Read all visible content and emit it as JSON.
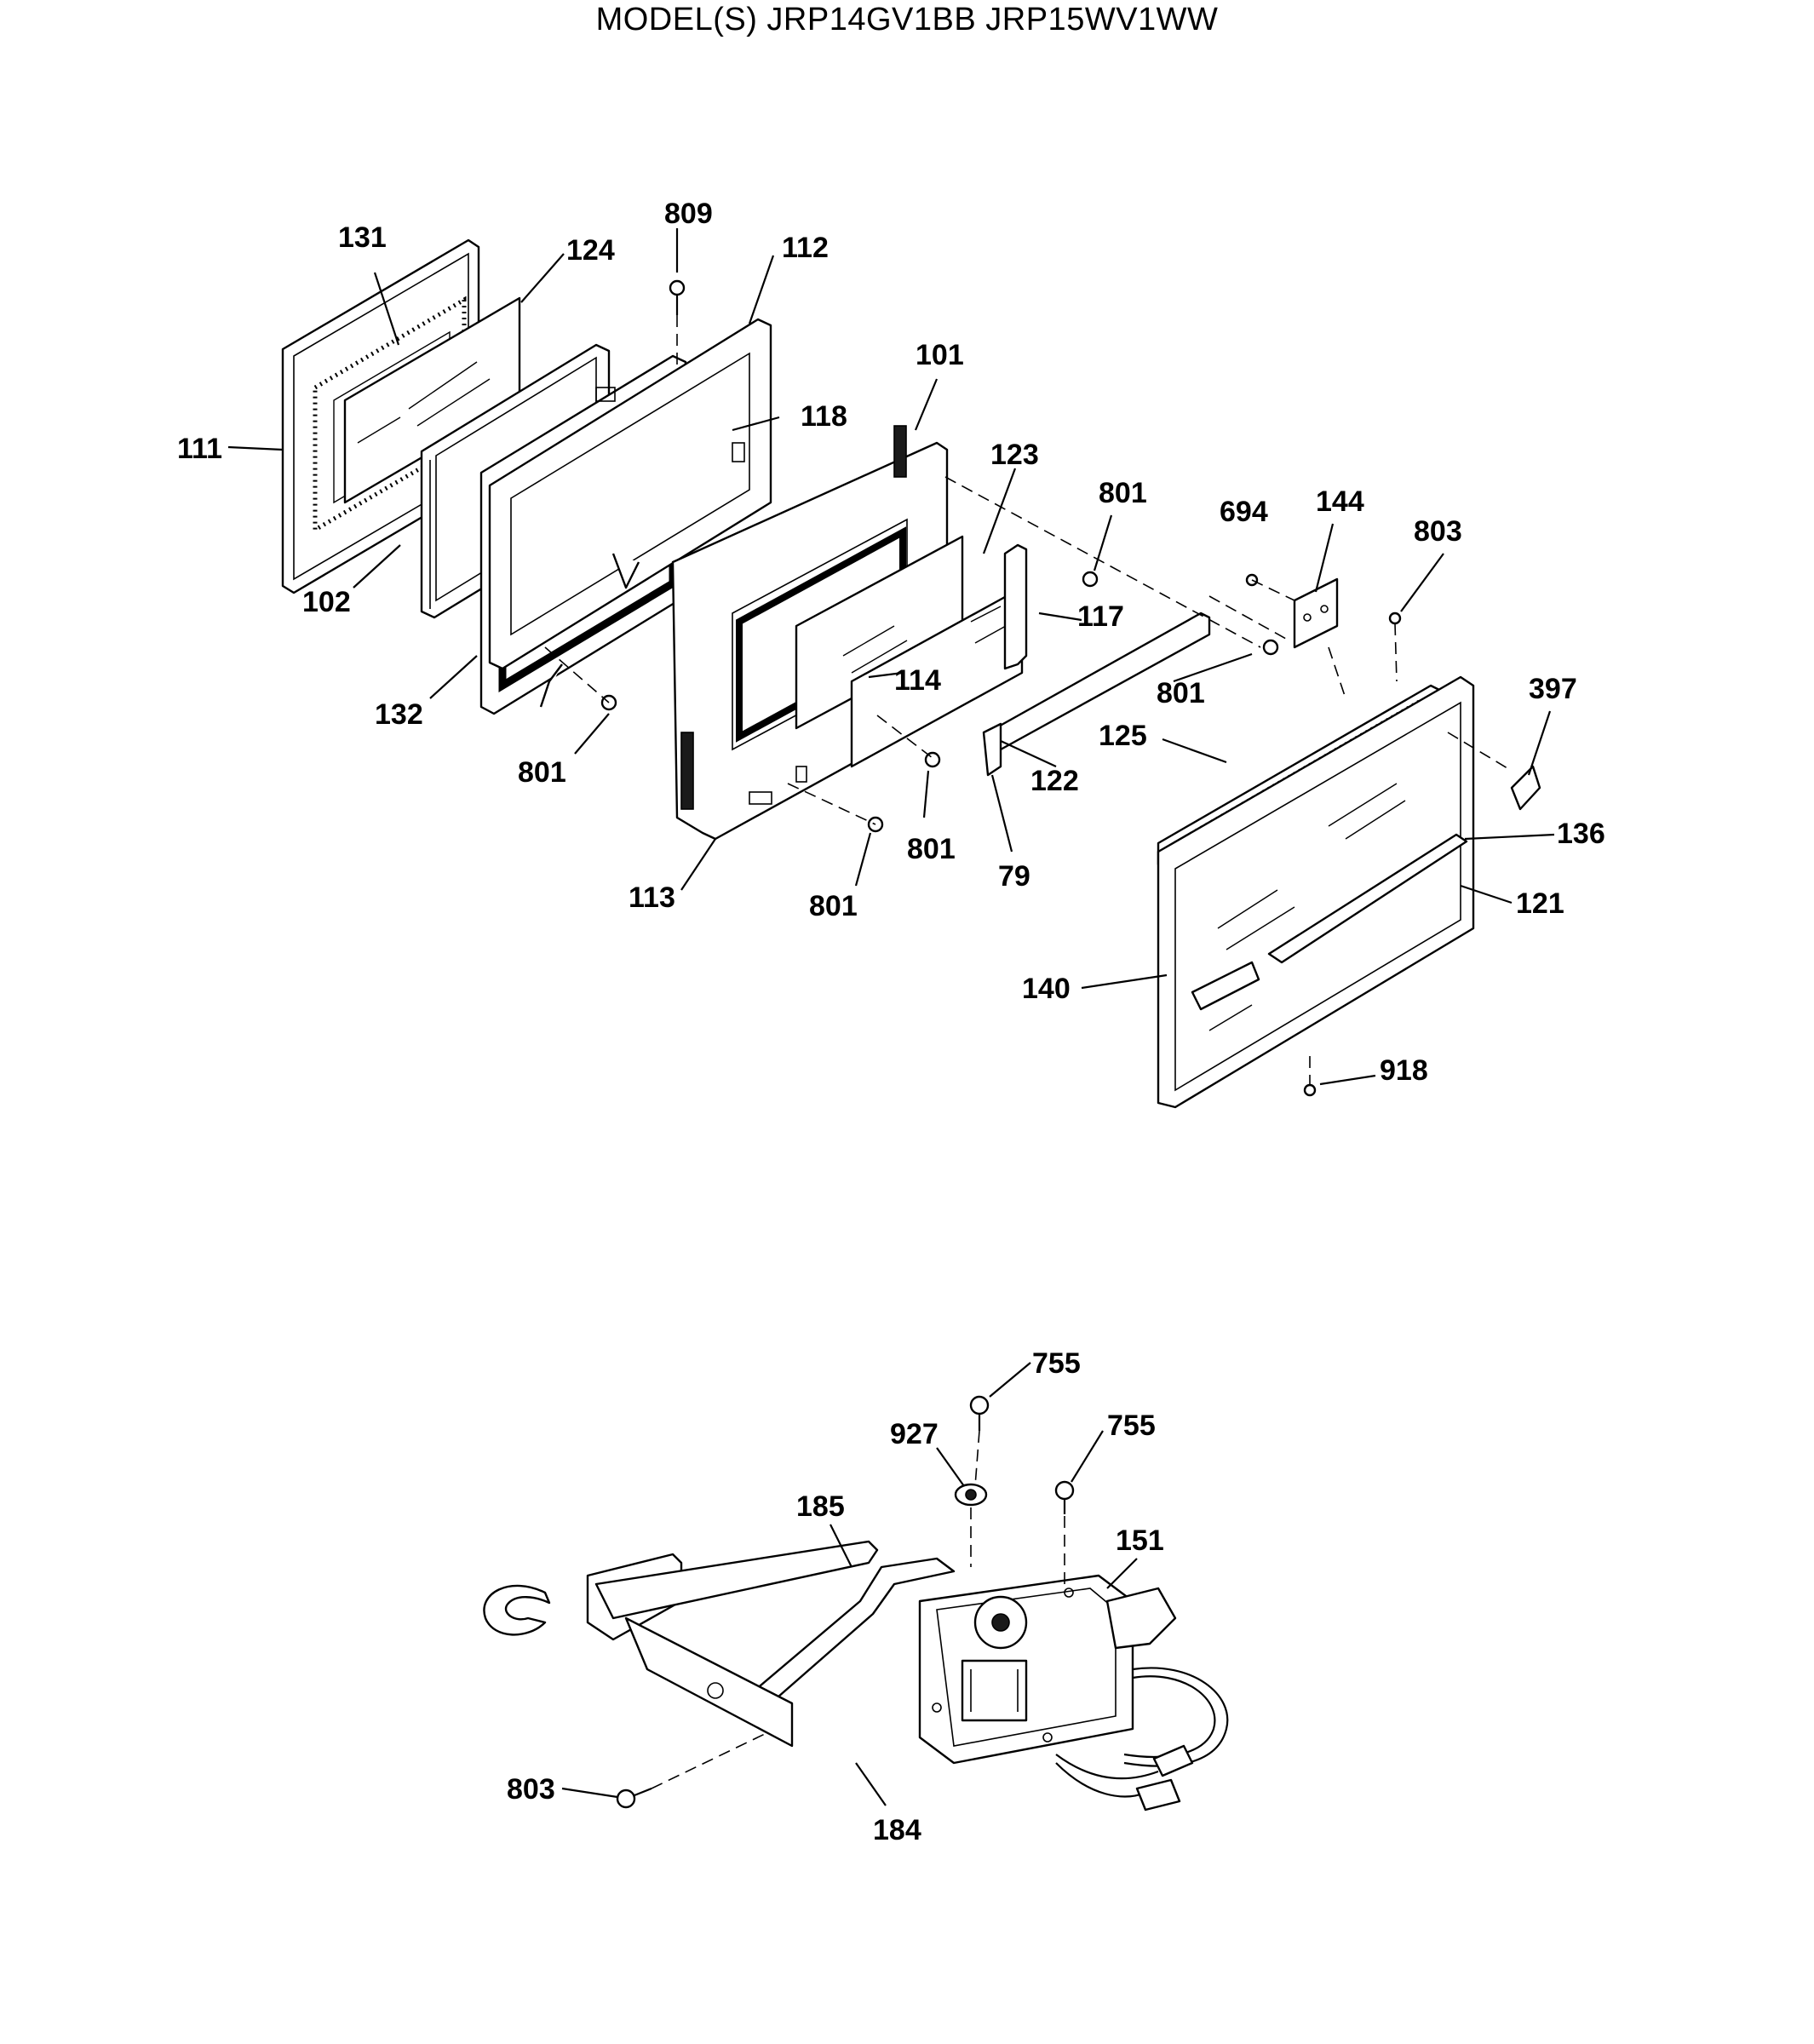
{
  "title": "MODEL(S) JRP14GV1BB  JRP15WV1WW",
  "labels": {
    "l131": "131",
    "l124": "124",
    "l809": "809",
    "l112": "112",
    "l101": "101",
    "l111": "111",
    "l118": "118",
    "l123": "123",
    "l801a": "801",
    "l694": "694",
    "l144": "144",
    "l803a": "803",
    "l102": "102",
    "l117": "117",
    "l114": "114",
    "l801b": "801",
    "l397": "397",
    "l132": "132",
    "l125": "125",
    "l801c": "801",
    "l122": "122",
    "l136": "136",
    "l801d": "801",
    "l79": "79",
    "l121": "121",
    "l113": "113",
    "l801e": "801",
    "l140": "140",
    "l918": "918",
    "l755a": "755",
    "l927": "927",
    "l755b": "755",
    "l185": "185",
    "l151": "151",
    "l803b": "803",
    "l184": "184"
  }
}
